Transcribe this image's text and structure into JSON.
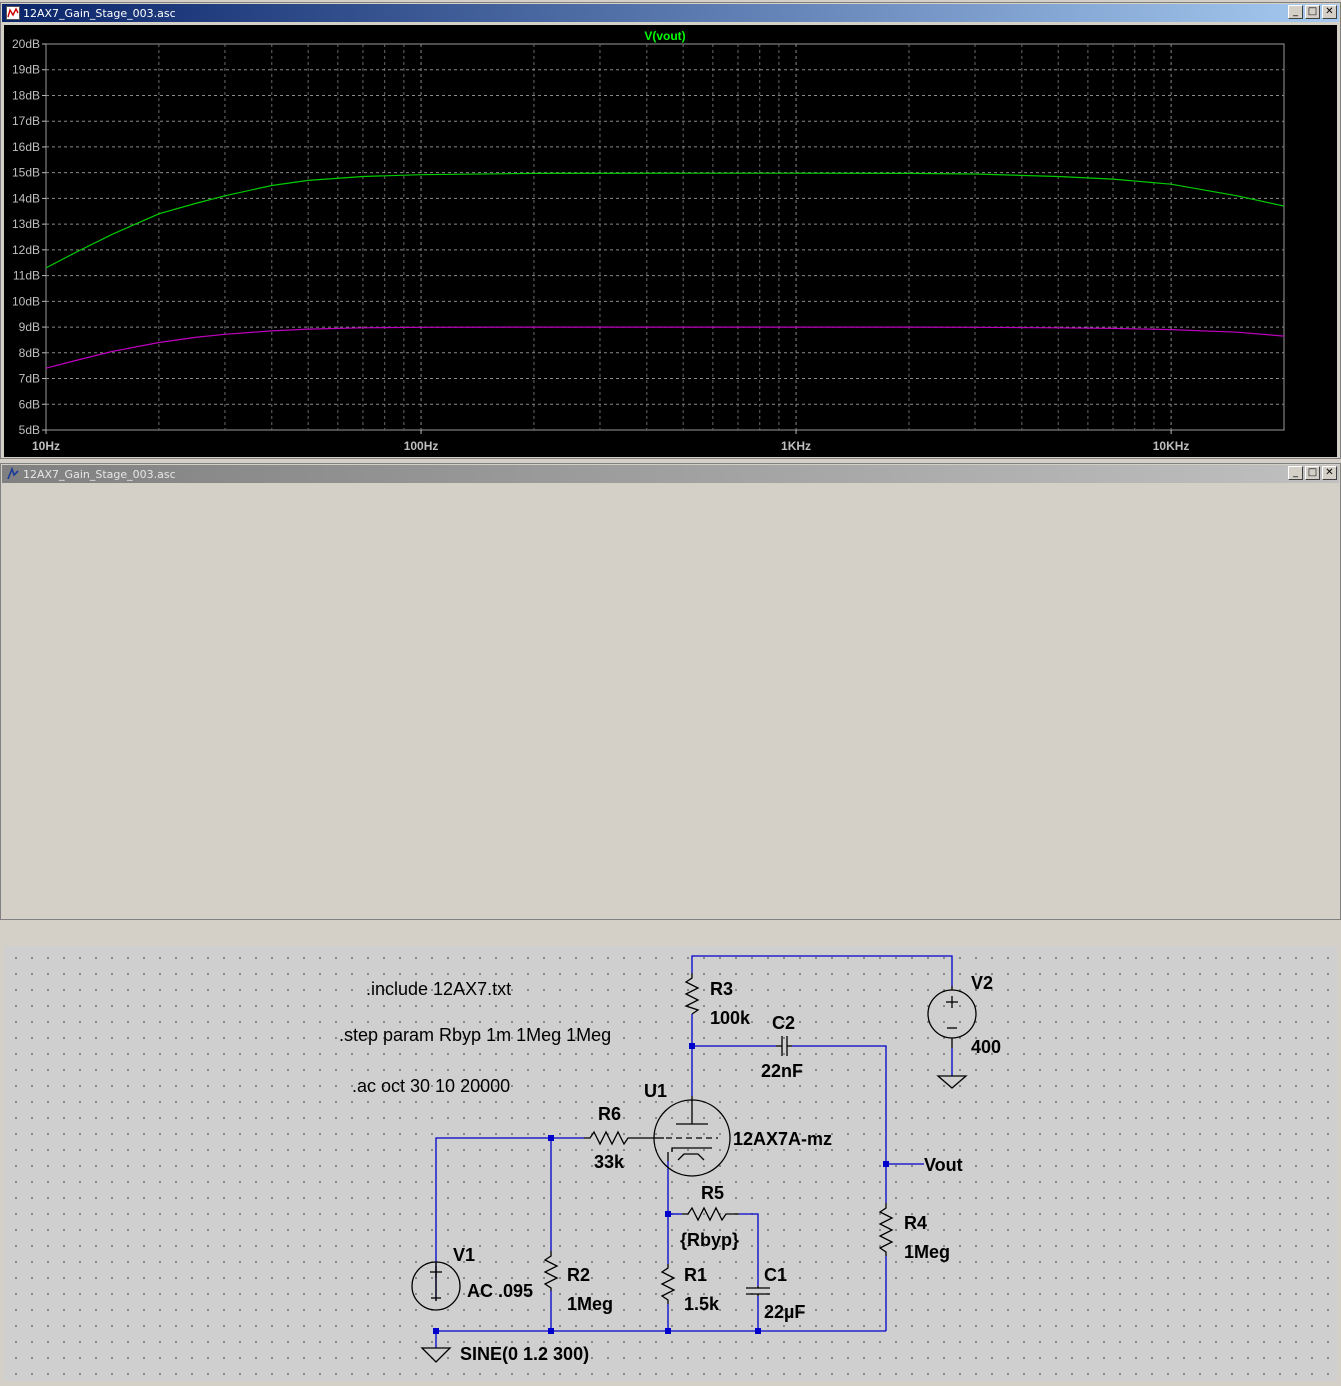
{
  "waveform_window": {
    "title": "12AX7_Gain_Stage_003.asc",
    "trace_label": "V(vout)",
    "trace_label_color": "#00ff00"
  },
  "schematic_window": {
    "title": "12AX7_Gain_Stage_003.asc"
  },
  "window_controls": {
    "minimize": "_",
    "maximize": "□",
    "close": "✕"
  },
  "chart_data": {
    "type": "line",
    "title": "V(vout)",
    "x_scale": "log",
    "xlim": [
      10,
      20000
    ],
    "ylim": [
      5,
      20
    ],
    "x_ticks": [
      10,
      100,
      1000,
      10000
    ],
    "x_tick_labels": [
      "10Hz",
      "100Hz",
      "1KHz",
      "10KHz"
    ],
    "y_ticks": [
      5,
      6,
      7,
      8,
      9,
      10,
      11,
      12,
      13,
      14,
      15,
      16,
      17,
      18,
      19,
      20
    ],
    "y_tick_labels": [
      "5dB",
      "6dB",
      "7dB",
      "8dB",
      "9dB",
      "10dB",
      "11dB",
      "12dB",
      "13dB",
      "14dB",
      "15dB",
      "16dB",
      "17dB",
      "18dB",
      "19dB",
      "20dB"
    ],
    "grid": true,
    "background": "#000000",
    "series": [
      {
        "color": "#00cc00",
        "x": [
          10,
          12,
          15,
          20,
          25,
          30,
          40,
          50,
          70,
          100,
          200,
          500,
          1000,
          2000,
          3000,
          5000,
          7000,
          10000,
          15000,
          20000
        ],
        "y": [
          11.3,
          11.9,
          12.6,
          13.4,
          13.8,
          14.1,
          14.5,
          14.7,
          14.85,
          14.92,
          14.97,
          14.98,
          14.98,
          14.97,
          14.95,
          14.85,
          14.75,
          14.55,
          14.1,
          13.7
        ]
      },
      {
        "color": "#c000c0",
        "x": [
          10,
          12,
          15,
          20,
          25,
          30,
          40,
          50,
          70,
          100,
          200,
          500,
          1000,
          2000,
          3000,
          5000,
          7000,
          10000,
          15000,
          20000
        ],
        "y": [
          7.4,
          7.7,
          8.05,
          8.4,
          8.6,
          8.72,
          8.85,
          8.92,
          8.97,
          8.99,
          9.0,
          9.0,
          9.0,
          9.0,
          8.99,
          8.97,
          8.95,
          8.9,
          8.8,
          8.65
        ]
      }
    ]
  },
  "schematic": {
    "directives": [
      ".include 12AX7.txt",
      ".step param Rbyp 1m 1Meg 1Meg",
      ".ac oct 30 10 20000"
    ],
    "components": {
      "R3": {
        "name": "R3",
        "value": "100k"
      },
      "C2": {
        "name": "C2",
        "value": "22nF"
      },
      "V2": {
        "name": "V2",
        "value": "400"
      },
      "U1": {
        "name": "U1",
        "value": "12AX7A-mz"
      },
      "R6": {
        "name": "R6",
        "value": "33k"
      },
      "R5": {
        "name": "R5",
        "value": "{Rbyp}"
      },
      "V1": {
        "name": "V1",
        "value": "AC .095",
        "value2": "SINE(0 1.2 300)"
      },
      "R2": {
        "name": "R2",
        "value": "1Meg"
      },
      "R1": {
        "name": "R1",
        "value": "1.5k"
      },
      "C1": {
        "name": "C1",
        "value": "22µF"
      },
      "R4": {
        "name": "R4",
        "value": "1Meg"
      }
    },
    "net_label": "Vout",
    "wire_color": "#0000cc",
    "symbol_color": "#000000"
  }
}
